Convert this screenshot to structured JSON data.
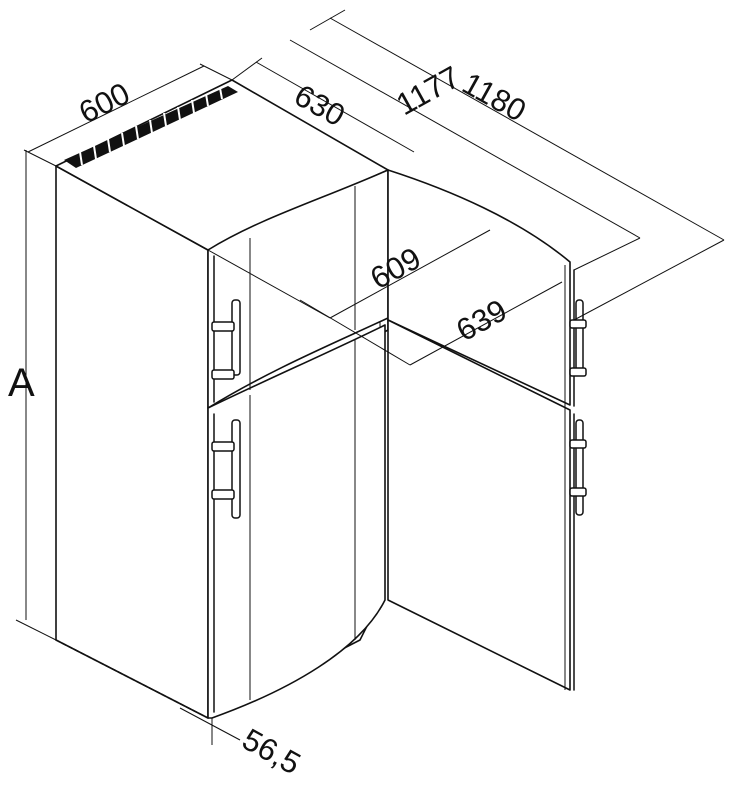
{
  "dimensions": {
    "width": "600",
    "depth": "630",
    "depth_door_open": "1177",
    "overall_depth": "1180",
    "inner_depth": "609",
    "inner_depth_door": "639",
    "height": "A",
    "door_offset": "56,5"
  },
  "colors": {
    "line": "#111111",
    "background": "#ffffff"
  }
}
